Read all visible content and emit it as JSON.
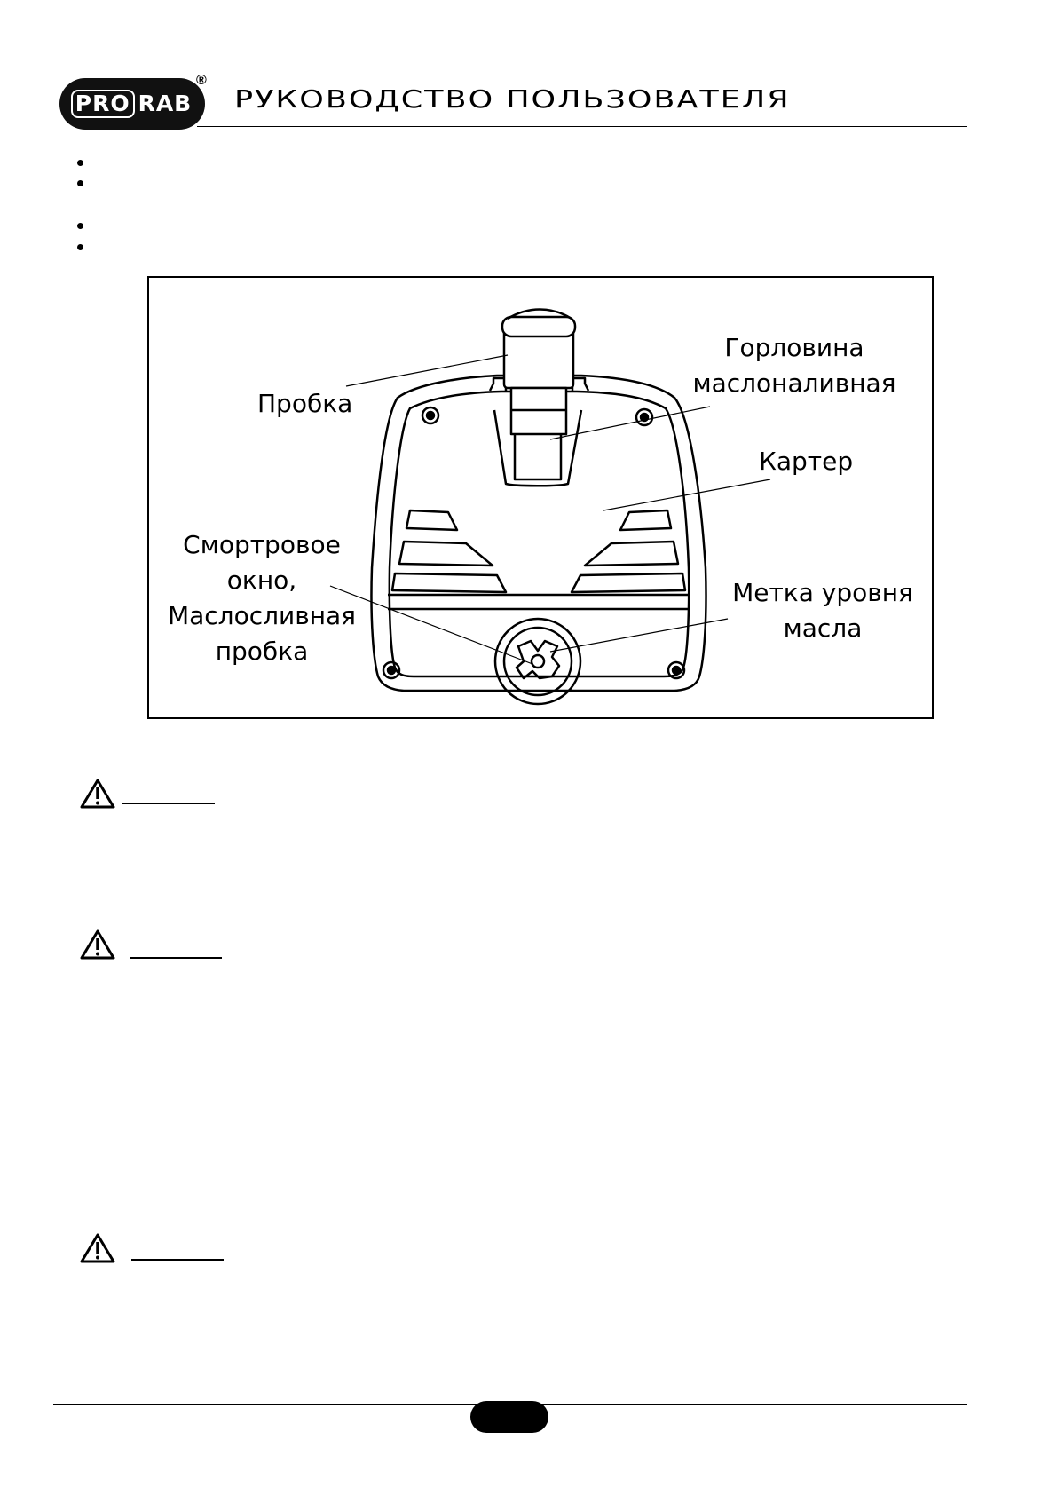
{
  "header": {
    "logo_pro": "PRO",
    "logo_rab": "RAB",
    "registered_mark": "®",
    "title": "РУКОВОДСТВО ПОЛЬЗОВАТЕЛЯ"
  },
  "figure": {
    "labels": {
      "plug": "Пробка",
      "neck_line1": "Горловина",
      "neck_line2": "маслоналивная",
      "crankcase": "Картер",
      "window_line1": "Смортровое",
      "window_line2": "окно,",
      "window_line3": "Маслосливная",
      "window_line4": "пробка",
      "level_line1": "Метка уровня",
      "level_line2": "масла"
    }
  },
  "warnings": [
    {
      "icon": "warning-triangle-icon"
    },
    {
      "icon": "warning-triangle-icon"
    },
    {
      "icon": "warning-triangle-icon"
    }
  ]
}
